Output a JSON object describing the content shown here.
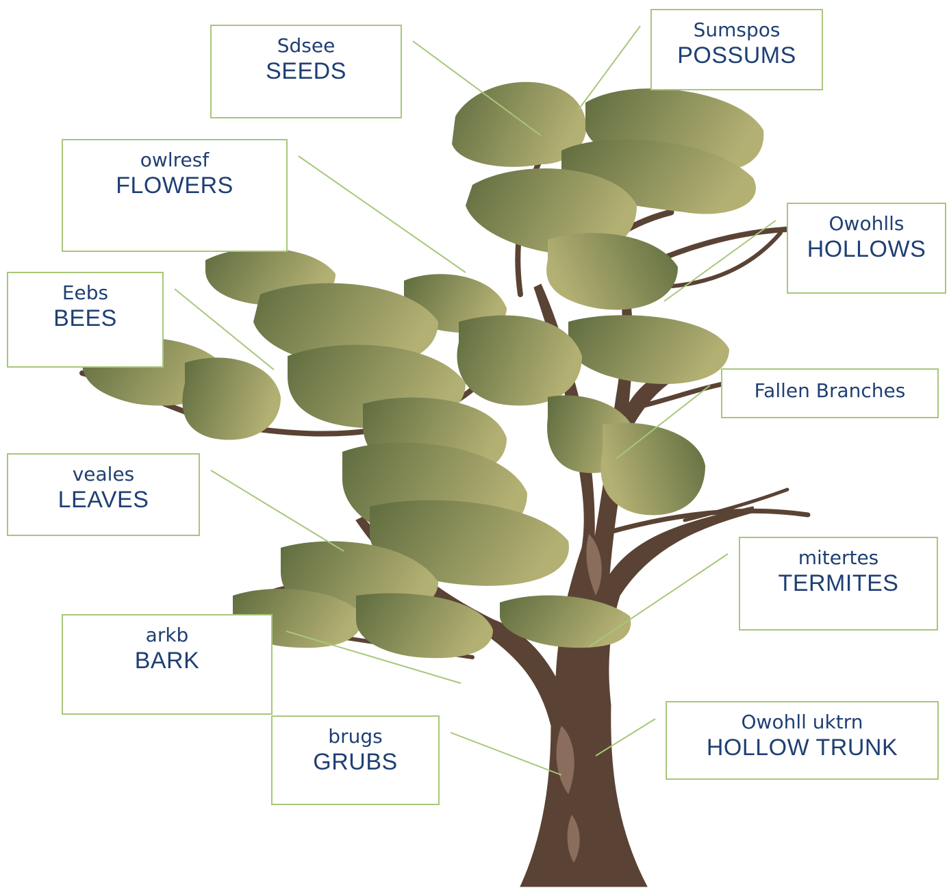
{
  "colors": {
    "text": "#1f3f73",
    "box_border": "#a7c77a",
    "connector": "#a7c77a",
    "trunk": "#5a4334",
    "foliage_dark": "#5f6c3f",
    "foliage_light": "#b3b073"
  },
  "labels": {
    "seeds": {
      "scrambled": "Sdsee",
      "answer": "SEEDS"
    },
    "possums": {
      "scrambled": "Sumspos",
      "answer": "POSSUMS"
    },
    "flowers": {
      "scrambled": "owlresf",
      "answer": "FLOWERS"
    },
    "hollows": {
      "scrambled": "Owohlls",
      "answer": "HOLLOWS"
    },
    "bees": {
      "scrambled": "Eebs",
      "answer": "BEES"
    },
    "fallen": {
      "scrambled": "Fallen Branches",
      "answer": ""
    },
    "leaves": {
      "scrambled": "veales",
      "answer": "LEAVES"
    },
    "termites": {
      "scrambled": "mitertes",
      "answer": "TERMITES"
    },
    "bark": {
      "scrambled": "arkb",
      "answer": "BARK"
    },
    "hollow_trunk": {
      "scrambled": "Owohll uktrn",
      "answer": "HOLLOW TRUNK"
    },
    "grubs": {
      "scrambled": "brugs",
      "answer": "GRUBS"
    }
  }
}
